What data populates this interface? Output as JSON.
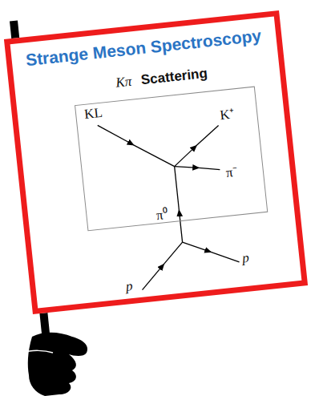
{
  "diagram": {
    "title": "Strange Meson Spectroscopy",
    "nodes": [
      {
        "text": [
          "KL",
          "K⁺",
          "π⁻",
          "π⁰"
        ]
      }
    ],
    "labels": [
      "Kπ",
      "Scattering",
      "p",
      "p"
    ]
  }
}
